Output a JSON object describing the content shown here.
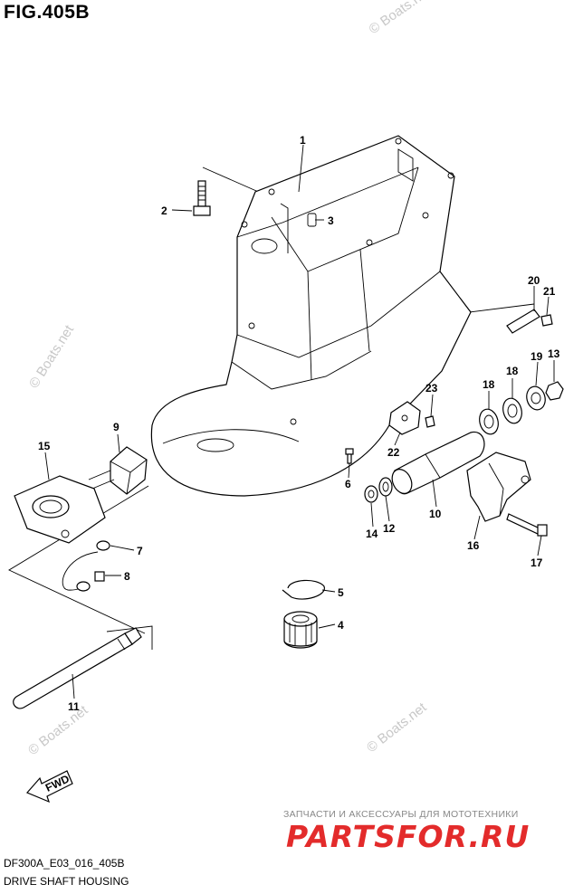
{
  "figure": {
    "title": "FIG.405B",
    "code": "DF300A_E03_016_405B",
    "caption": "DRIVE SHAFT HOUSING"
  },
  "callouts": [
    "1",
    "2",
    "3",
    "4",
    "5",
    "6",
    "7",
    "8",
    "9",
    "11",
    "10",
    "12",
    "13",
    "14",
    "15",
    "16",
    "17",
    "18",
    "18",
    "19",
    "20",
    "21",
    "22",
    "23"
  ],
  "fwd_label": "FWD",
  "watermark": "© Boats.net",
  "shop": {
    "note": "ЗАПЧАСТИ И АКСЕССУАРЫ ДЛЯ МОТОТЕХНИКИ",
    "logo": "PARTSFOR.RU",
    "logo_color": "#e32b2b"
  }
}
